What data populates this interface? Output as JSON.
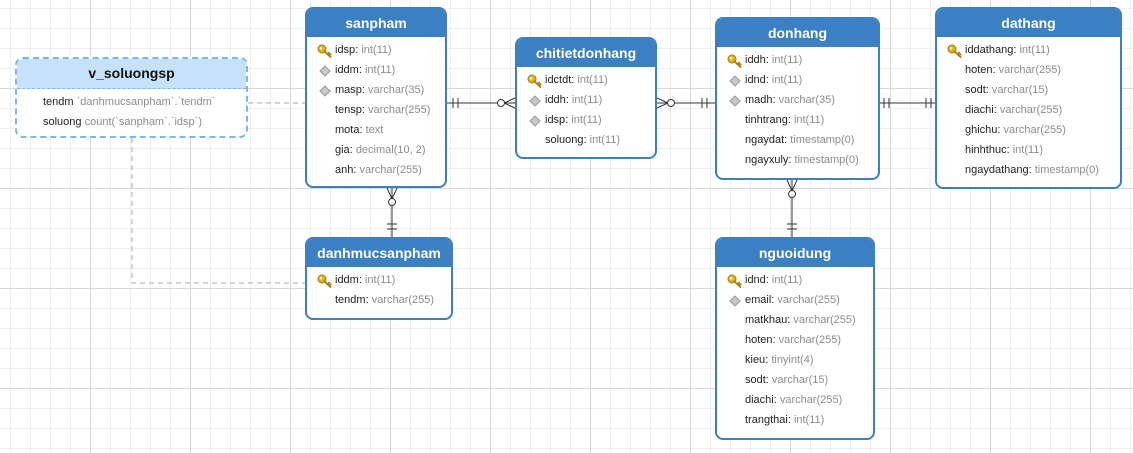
{
  "entities": {
    "view": {
      "name": "v_soluongsp",
      "rows": [
        {
          "name": "tendm",
          "type": "`danhmucsanpham`.`tendm`"
        },
        {
          "name": "soluong",
          "type": "count(`sanpham`.`idsp`)"
        }
      ]
    },
    "sanpham": {
      "name": "sanpham",
      "rows": [
        {
          "key": "pk",
          "name": "idsp",
          "type": "int(11)"
        },
        {
          "key": "fk",
          "name": "iddm",
          "type": "int(11)"
        },
        {
          "key": "fk",
          "name": "masp",
          "type": "varchar(35)"
        },
        {
          "key": "",
          "name": "tensp",
          "type": "varchar(255)"
        },
        {
          "key": "",
          "name": "mota",
          "type": "text"
        },
        {
          "key": "",
          "name": "gia",
          "type": "decimal(10, 2)"
        },
        {
          "key": "",
          "name": "anh",
          "type": "varchar(255)"
        }
      ]
    },
    "danhmucsanpham": {
      "name": "danhmucsanpham",
      "rows": [
        {
          "key": "pk",
          "name": "iddm",
          "type": "int(11)"
        },
        {
          "key": "",
          "name": "tendm",
          "type": "varchar(255)"
        }
      ]
    },
    "chitietdonhang": {
      "name": "chitietdonhang",
      "rows": [
        {
          "key": "pk",
          "name": "idctdt",
          "type": "int(11)"
        },
        {
          "key": "fk",
          "name": "iddh",
          "type": "int(11)"
        },
        {
          "key": "fk",
          "name": "idsp",
          "type": "int(11)"
        },
        {
          "key": "",
          "name": "soluong",
          "type": "int(11)"
        }
      ]
    },
    "donhang": {
      "name": "donhang",
      "rows": [
        {
          "key": "pk",
          "name": "iddh",
          "type": "int(11)"
        },
        {
          "key": "fk",
          "name": "idnd",
          "type": "int(11)"
        },
        {
          "key": "fk",
          "name": "madh",
          "type": "varchar(35)"
        },
        {
          "key": "",
          "name": "tinhtrang",
          "type": "int(11)"
        },
        {
          "key": "",
          "name": "ngaydat",
          "type": "timestamp(0)"
        },
        {
          "key": "",
          "name": "ngayxuly",
          "type": "timestamp(0)"
        }
      ]
    },
    "nguoidung": {
      "name": "nguoidung",
      "rows": [
        {
          "key": "pk",
          "name": "idnd",
          "type": "int(11)"
        },
        {
          "key": "fk",
          "name": "email",
          "type": "varchar(255)"
        },
        {
          "key": "",
          "name": "matkhau",
          "type": "varchar(255)"
        },
        {
          "key": "",
          "name": "hoten",
          "type": "varchar(255)"
        },
        {
          "key": "",
          "name": "kieu",
          "type": "tinyint(4)"
        },
        {
          "key": "",
          "name": "sodt",
          "type": "varchar(15)"
        },
        {
          "key": "",
          "name": "diachi",
          "type": "varchar(255)"
        },
        {
          "key": "",
          "name": "trangthai",
          "type": "int(11)"
        }
      ]
    },
    "dathang": {
      "name": "dathang",
      "rows": [
        {
          "key": "pk",
          "name": "iddathang",
          "type": "int(11)"
        },
        {
          "key": "",
          "name": "hoten",
          "type": "varchar(255)"
        },
        {
          "key": "",
          "name": "sodt",
          "type": "varchar(15)"
        },
        {
          "key": "",
          "name": "diachi",
          "type": "varchar(255)"
        },
        {
          "key": "",
          "name": "ghichu",
          "type": "varchar(255)"
        },
        {
          "key": "",
          "name": "hinhthuc",
          "type": "int(11)"
        },
        {
          "key": "",
          "name": "ngaydathang",
          "type": "timestamp(0)"
        }
      ]
    }
  },
  "colors": {
    "header": "#3b80c2",
    "border": "#3d7fbf",
    "view_header": "#c6e2fa",
    "view_border": "#79b8ec",
    "type_text": "#8c8c8c",
    "key_gold": "#e3b21b",
    "connector": "#333333",
    "view_link": "#a8a8a8"
  },
  "icons": {
    "pk": "key-icon",
    "fk": "diamond-icon"
  }
}
